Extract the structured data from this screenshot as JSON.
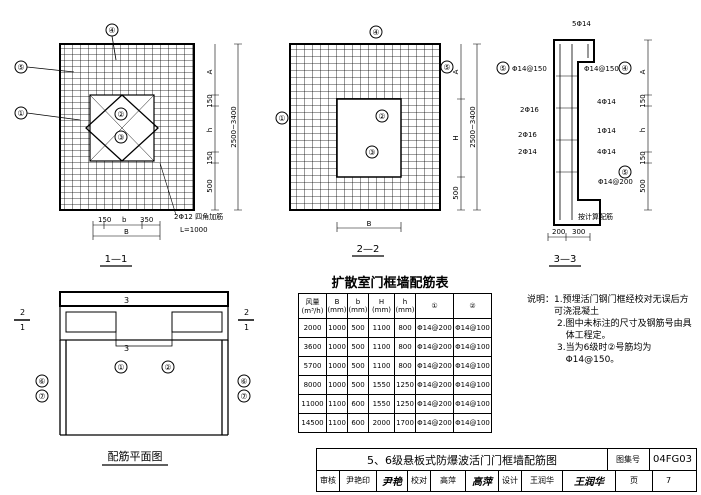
{
  "views": {
    "s11": {
      "title": "1—1",
      "callouts": [
        "④",
        "⑤",
        "①",
        "②",
        "③"
      ],
      "dims_v": [
        "A",
        "150",
        "h",
        "150",
        "500",
        "2500~3400"
      ],
      "dims_h": [
        "150",
        "b",
        "350",
        "B"
      ],
      "note1": "2Φ12 四角加筋",
      "note2": "L=1000"
    },
    "s22": {
      "title": "2—2",
      "callouts": [
        "④",
        "⑤",
        "①",
        "②",
        "③"
      ],
      "dims_v": [
        "A",
        "2500~3400",
        "H",
        "500"
      ],
      "dims_h": [
        "B"
      ]
    },
    "s33": {
      "title": "3—3",
      "callouts": [
        "④",
        "⑤",
        "⑤"
      ],
      "labels": [
        "5Φ14",
        "Φ14@150",
        "Φ14@150",
        "2Φ16",
        "4Φ14",
        "2Φ16",
        "1Φ14",
        "2Φ14",
        "4Φ14",
        "Φ14@200",
        "按计算配筋"
      ],
      "dims_v": [
        "A",
        "150",
        "h",
        "150",
        "500"
      ],
      "dims_h": [
        "200",
        "300"
      ]
    },
    "plan": {
      "title": "配筋平面图",
      "section_labels": [
        "2",
        "1",
        "2",
        "1",
        "3",
        "3"
      ],
      "callouts": [
        "①",
        "②",
        "⑥",
        "⑦",
        "⑥",
        "⑦"
      ]
    }
  },
  "table": {
    "title": "扩散室门框墙配筋表",
    "headers": [
      "风量 (m³/h)",
      "B (mm)",
      "b (mm)",
      "H (mm)",
      "h (mm)",
      "①",
      "②"
    ],
    "rows": [
      [
        "2000",
        "1000",
        "500",
        "1100",
        "800",
        "Φ14@200",
        "Φ14@100"
      ],
      [
        "3600",
        "1000",
        "500",
        "1100",
        "800",
        "Φ14@200",
        "Φ14@100"
      ],
      [
        "5700",
        "1000",
        "500",
        "1100",
        "800",
        "Φ14@200",
        "Φ14@100"
      ],
      [
        "8000",
        "1000",
        "500",
        "1550",
        "1250",
        "Φ14@200",
        "Φ14@100"
      ],
      [
        "11000",
        "1100",
        "600",
        "1550",
        "1250",
        "Φ14@200",
        "Φ14@100"
      ],
      [
        "14500",
        "1100",
        "600",
        "2000",
        "1700",
        "Φ14@200",
        "Φ14@100"
      ]
    ]
  },
  "notes": {
    "lead": "说明：",
    "items": [
      {
        "num": "1.",
        "text": "预埋活门钢门框经校对无误后方可浇混凝土"
      },
      {
        "num": "2.",
        "text": "图中未标注的尺寸及钢筋号由具体工程定。"
      },
      {
        "num": "3.",
        "text": "当为6级时②号筋均为Φ14@150。"
      }
    ]
  },
  "title_block": {
    "drawing_title": "5、6级悬板式防爆波活门门框墙配筋图",
    "atlas_label": "图集号",
    "atlas_no": "04FG03",
    "review_label": "审核",
    "reviewer": "尹艳印",
    "check_label": "校对",
    "checker": "高萍",
    "design_label": "设计",
    "designer": "王润华",
    "page_label": "页",
    "page_no": "7"
  }
}
